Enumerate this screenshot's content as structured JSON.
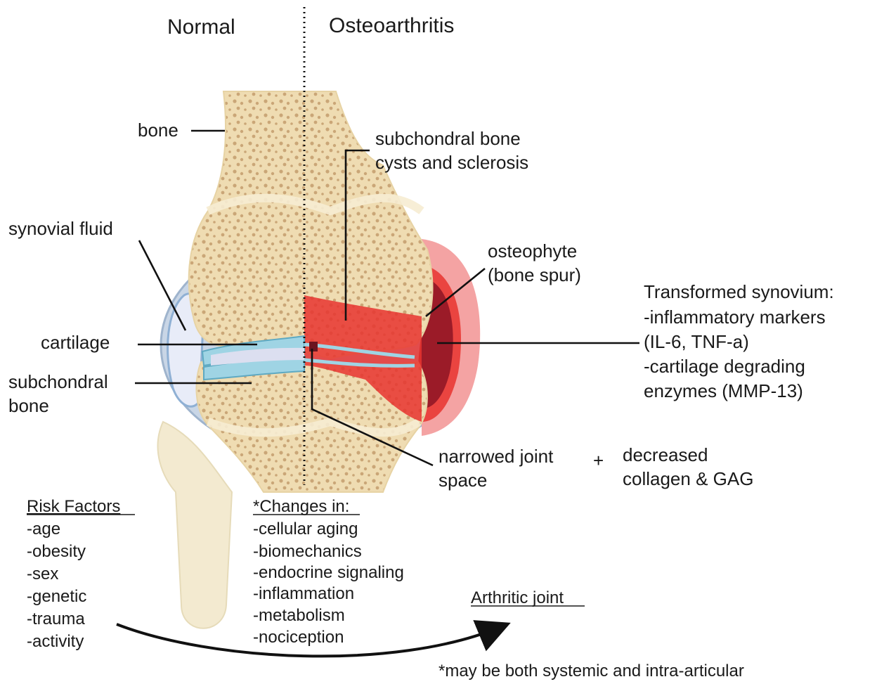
{
  "headers": {
    "normal": "Normal",
    "osteoarthritis": "Osteoarthritis"
  },
  "labels": {
    "bone": "bone",
    "synovial_fluid": "synovial fluid",
    "cartilage": "cartilage",
    "subchondral_line1": "subchondral",
    "subchondral_line2": "bone",
    "cysts_line1": "subchondral bone",
    "cysts_line2": "cysts and sclerosis",
    "osteophyte_line1": "osteophyte",
    "osteophyte_line2": "(bone spur)",
    "narrowed_line1": "narrowed joint",
    "narrowed_line2": "space",
    "plus": "+",
    "decreased_line1": "decreased",
    "decreased_line2": "collagen & GAG"
  },
  "synovium": {
    "title": "Transformed synovium:",
    "lines": [
      "-inflammatory markers",
      "(IL-6, TNF-a)",
      "-cartilage degrading",
      "enzymes (MMP-13)"
    ]
  },
  "risk_factors": {
    "title": "Risk Factors",
    "items": [
      "-age",
      "-obesity",
      "-sex",
      "-genetic",
      "-trauma",
      "-activity"
    ]
  },
  "changes": {
    "title": "*Changes in:",
    "items": [
      "-cellular aging",
      "-biomechanics",
      "-endocrine signaling",
      "-inflammation",
      "-metabolism",
      "-nociception"
    ]
  },
  "arthritic_joint": "Arthritic joint",
  "footnote": "*may be both systemic and intra-articular",
  "colors": {
    "bone": "#efdcb2",
    "bone_dots": "#c9a677",
    "capsule": "#c9d6e6",
    "fluid": "#e8ecf8",
    "cartilage": "#9fd4e4",
    "inflamed": "#e8342f",
    "synovium_pink": "#f4a3a3",
    "osteophyte": "#9b1b28",
    "fibula": "#f3ead0"
  }
}
